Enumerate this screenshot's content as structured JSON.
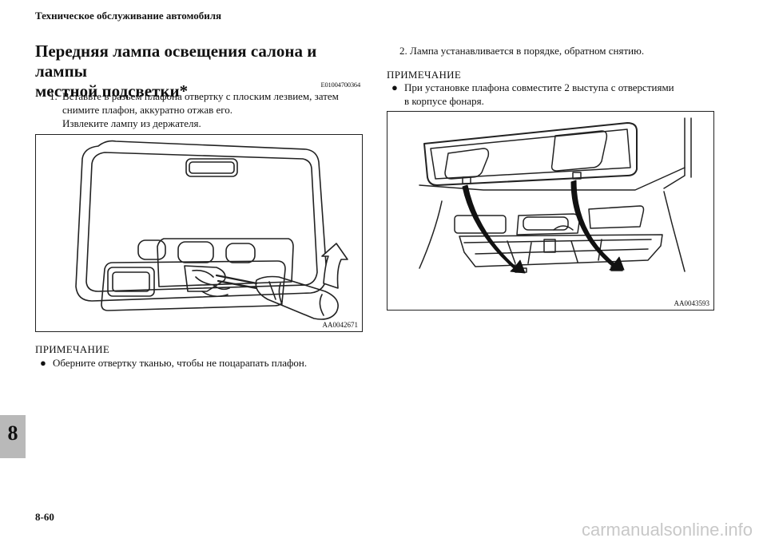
{
  "header": {
    "text": "Техническое обслуживание автомобиля"
  },
  "section": {
    "title_line1": "Передняя лампа освещения салона и лампы",
    "title_line2": "местной подсветки*",
    "code": "E01004700364"
  },
  "step1": {
    "number": "1.",
    "line1": "Вставьте в разъем плафона отвертку с плоским лезвием, затем",
    "line2": "снимите плафон, аккуратно отжав его.",
    "line3": "Извлеките лампу из держателя."
  },
  "figure1": {
    "code": "AA0042671",
    "icon": "dome-lamp-screwdriver-illustration"
  },
  "note1": {
    "heading": "ПРИМЕЧАНИЕ",
    "bullet": "●",
    "text": "Оберните отвертку тканью, чтобы не поцарапать плафон."
  },
  "step2": {
    "text": "2. Лампа устанавливается в порядке, обратном снятию."
  },
  "note2": {
    "heading": "ПРИМЕЧАНИЕ",
    "bullet": "●",
    "line1": "При установке плафона совместите 2 выступа с отверстиями",
    "line2": "в корпусе фонаря."
  },
  "figure2": {
    "code": "AA0043593",
    "icon": "lamp-installation-illustration"
  },
  "chapter_tab": {
    "label": "8",
    "color": "#b9b9b9"
  },
  "footer": {
    "page_number": "8-60",
    "watermark": "carmanualsonline.info"
  }
}
